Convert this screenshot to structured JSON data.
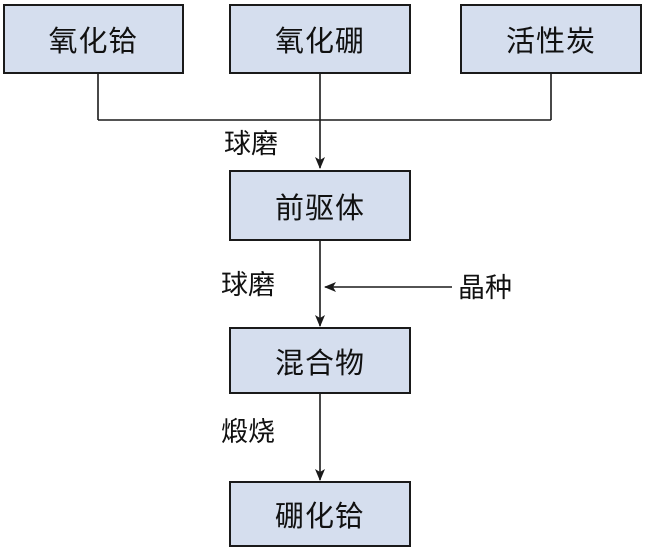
{
  "nodes": {
    "hafnium_oxide": "氧化铪",
    "boron_oxide": "氧化硼",
    "activated_carbon": "活性炭",
    "precursor": "前驱体",
    "mixture": "混合物",
    "hafnium_boride": "硼化铪"
  },
  "edges": {
    "ball_milling_1": "球磨",
    "ball_milling_2": "球磨",
    "seed_crystal": "晶种",
    "calcination": "煅烧"
  },
  "colors": {
    "box_fill": "#d5deee",
    "line": "#1a1a1a"
  }
}
